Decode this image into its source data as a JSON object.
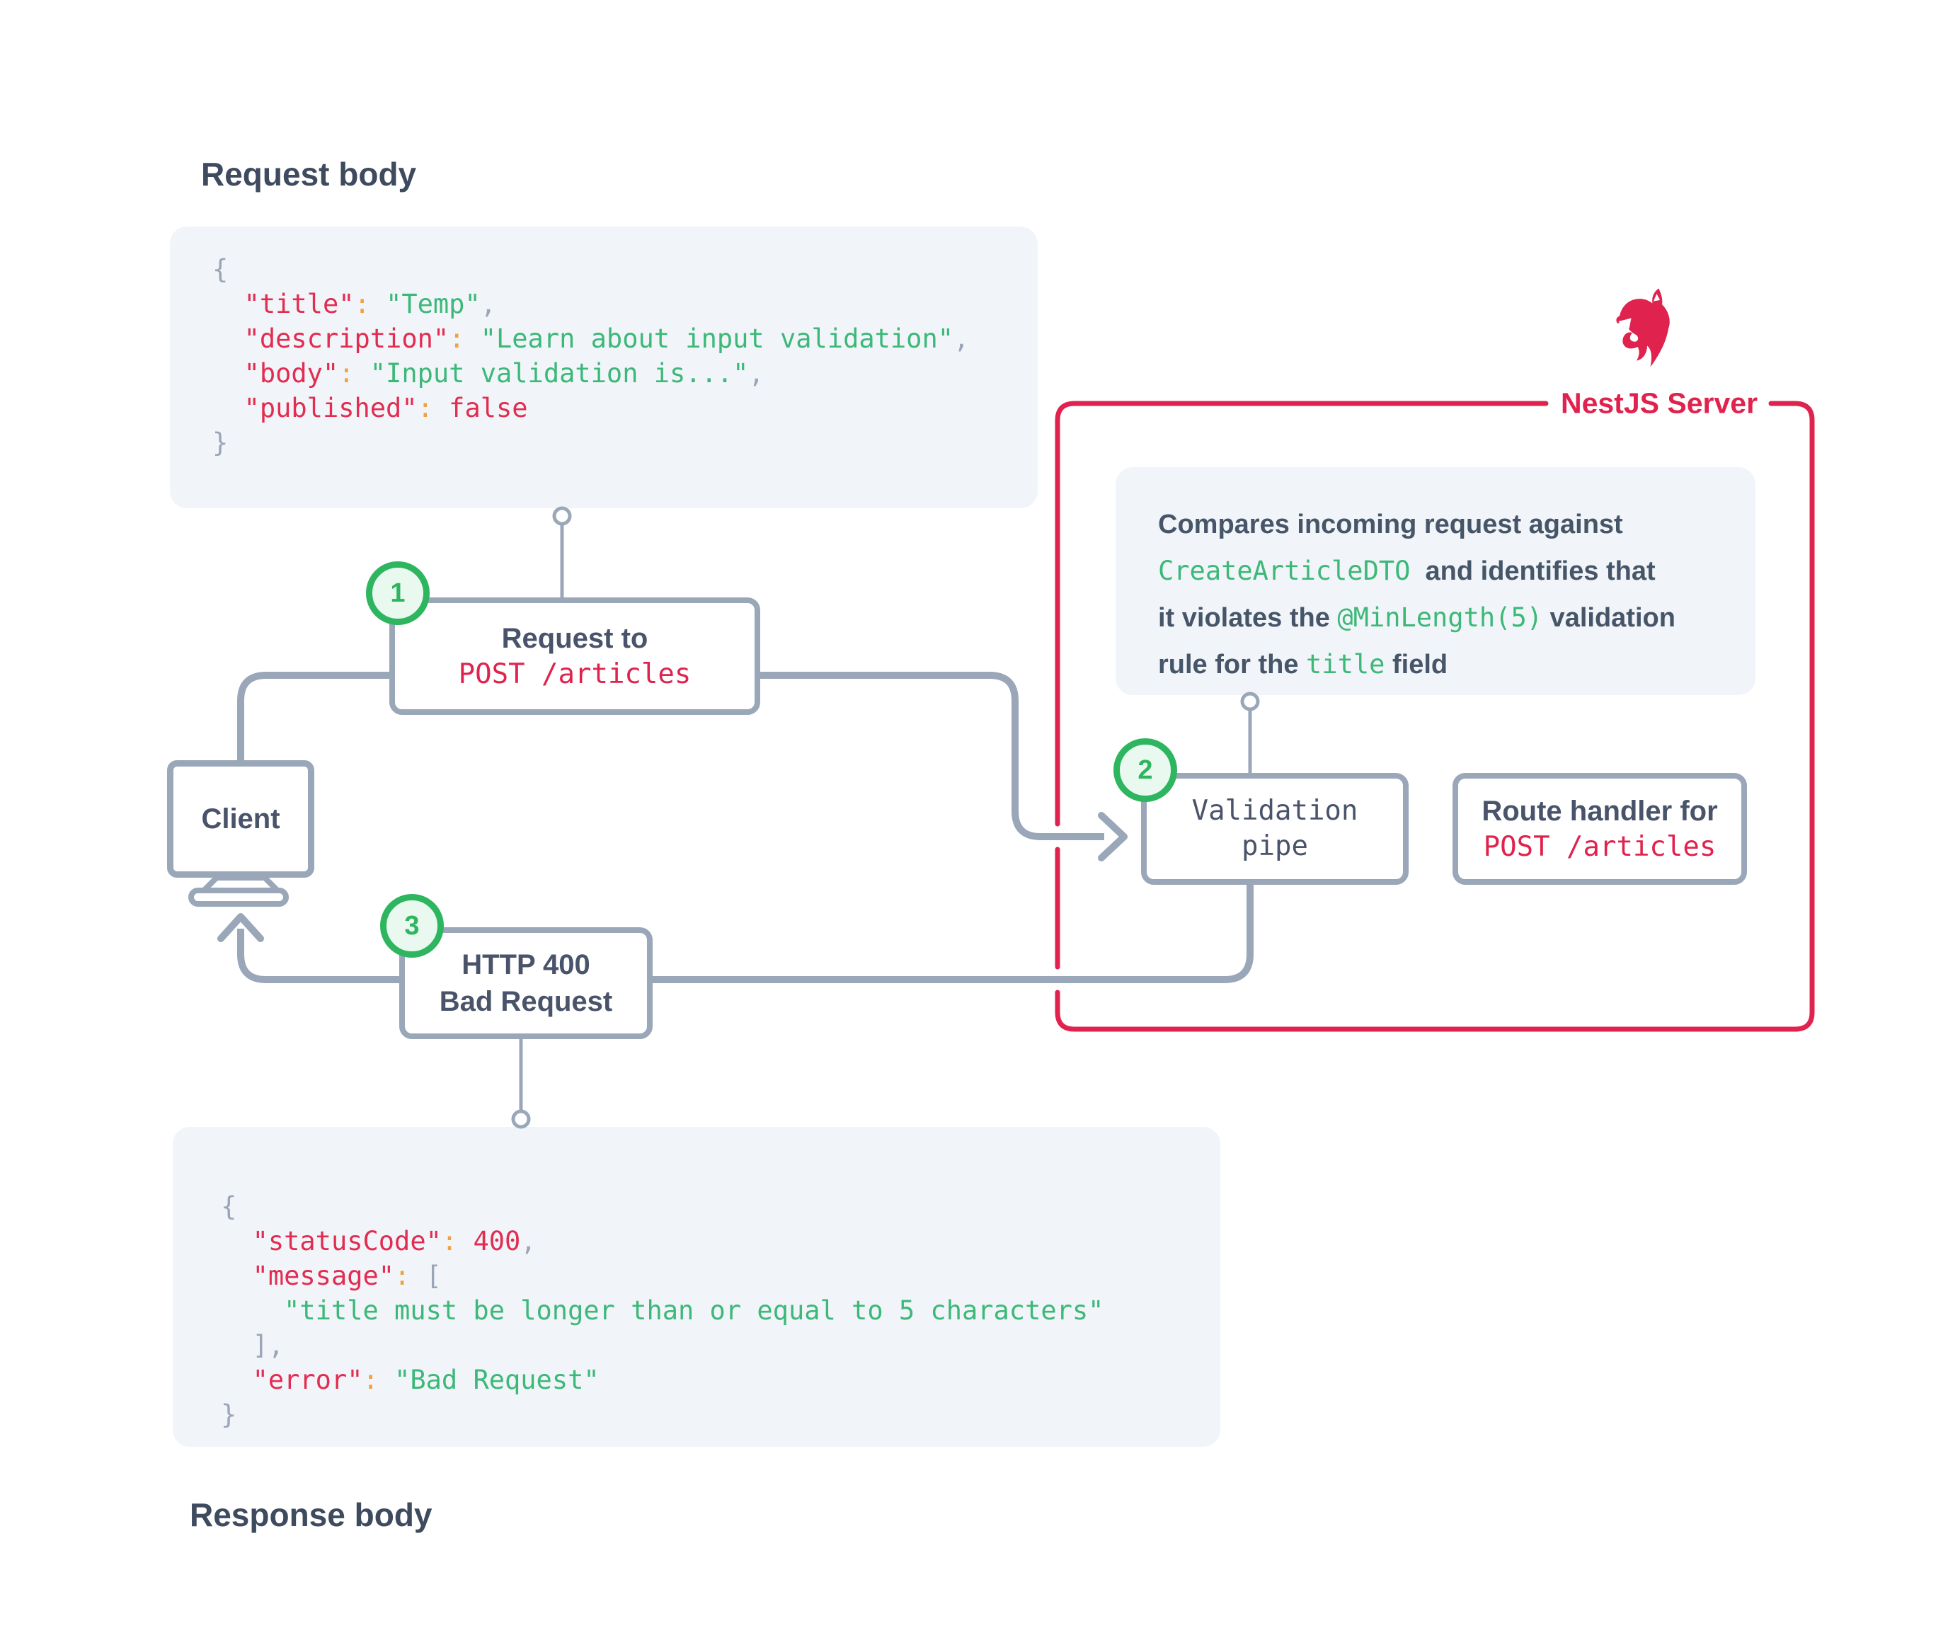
{
  "palette": {
    "brand_red": "#e0234e",
    "code_key_red": "#e22c51",
    "code_string_green": "#3cb878",
    "code_colon_orange": "#f2a13c",
    "code_punct_gray": "#9aa5b8",
    "heading_slate": "#3e4a5e",
    "label_slate": "#475569",
    "line_gray": "#9aa7b9",
    "panel_bg": "#f1f5f9",
    "badge_green": "#2eb55f",
    "badge_bg": "#e9f9ef",
    "canvas_bg": "#ffffff"
  },
  "headings": {
    "request": "Request body",
    "response": "Response body"
  },
  "server": {
    "label": "NestJS Server",
    "logo_icon": "nestjs-wildcat-logo",
    "note_lines": [
      [
        {
          "t": "Compares incoming request against",
          "c": "t"
        }
      ],
      [
        {
          "t": "CreateArticleDTO",
          "c": "c"
        },
        {
          "t": "  and identifies that",
          "c": "t"
        }
      ],
      [
        {
          "t": "it violates the ",
          "c": "t"
        },
        {
          "t": "@MinLength(5)",
          "c": "c"
        },
        {
          "t": " validation",
          "c": "t"
        }
      ],
      [
        {
          "t": "rule for the ",
          "c": "t"
        },
        {
          "t": "title",
          "c": "c"
        },
        {
          "t": " field",
          "c": "t"
        }
      ]
    ]
  },
  "nodes": {
    "request": {
      "step": "1",
      "title": "Request to",
      "code": "POST /articles"
    },
    "client": {
      "label": "Client"
    },
    "http400": {
      "step": "3",
      "line1": "HTTP 400",
      "line2": "Bad Request"
    },
    "validation": {
      "step": "2",
      "line1": "Validation",
      "line2": "pipe"
    },
    "route": {
      "title": "Route handler for",
      "code": "POST /articles"
    }
  },
  "request_json": {
    "lines": [
      [
        {
          "t": "{",
          "c": "p"
        }
      ],
      [
        {
          "t": "  ",
          "c": "p"
        },
        {
          "t": "\"title\"",
          "c": "k"
        },
        {
          "t": ":",
          "c": "o"
        },
        {
          "t": " ",
          "c": "p"
        },
        {
          "t": "\"Temp\"",
          "c": "s"
        },
        {
          "t": ",",
          "c": "p"
        }
      ],
      [
        {
          "t": "  ",
          "c": "p"
        },
        {
          "t": "\"description\"",
          "c": "k"
        },
        {
          "t": ":",
          "c": "o"
        },
        {
          "t": " ",
          "c": "p"
        },
        {
          "t": "\"Learn about input validation\"",
          "c": "s"
        },
        {
          "t": ",",
          "c": "p"
        }
      ],
      [
        {
          "t": "  ",
          "c": "p"
        },
        {
          "t": "\"body\"",
          "c": "k"
        },
        {
          "t": ":",
          "c": "o"
        },
        {
          "t": " ",
          "c": "p"
        },
        {
          "t": "\"Input validation is...\"",
          "c": "s"
        },
        {
          "t": ",",
          "c": "p"
        }
      ],
      [
        {
          "t": "  ",
          "c": "p"
        },
        {
          "t": "\"published\"",
          "c": "k"
        },
        {
          "t": ":",
          "c": "o"
        },
        {
          "t": " ",
          "c": "p"
        },
        {
          "t": "false",
          "c": "n"
        }
      ],
      [
        {
          "t": "}",
          "c": "p"
        }
      ]
    ]
  },
  "response_json": {
    "lines": [
      [
        {
          "t": "{",
          "c": "p"
        }
      ],
      [
        {
          "t": "  ",
          "c": "p"
        },
        {
          "t": "\"statusCode\"",
          "c": "k"
        },
        {
          "t": ":",
          "c": "o"
        },
        {
          "t": " ",
          "c": "p"
        },
        {
          "t": "400",
          "c": "n"
        },
        {
          "t": ",",
          "c": "p"
        }
      ],
      [
        {
          "t": "  ",
          "c": "p"
        },
        {
          "t": "\"message\"",
          "c": "k"
        },
        {
          "t": ":",
          "c": "o"
        },
        {
          "t": " ",
          "c": "p"
        },
        {
          "t": "[",
          "c": "p"
        }
      ],
      [
        {
          "t": "    ",
          "c": "p"
        },
        {
          "t": "\"title must be longer than or equal to 5 characters\"",
          "c": "s"
        }
      ],
      [
        {
          "t": "  ],",
          "c": "p"
        }
      ],
      [
        {
          "t": "  ",
          "c": "p"
        },
        {
          "t": "\"error\"",
          "c": "k"
        },
        {
          "t": ":",
          "c": "o"
        },
        {
          "t": " ",
          "c": "p"
        },
        {
          "t": "\"Bad Request\"",
          "c": "s"
        }
      ],
      [
        {
          "t": "}",
          "c": "p"
        }
      ]
    ]
  }
}
